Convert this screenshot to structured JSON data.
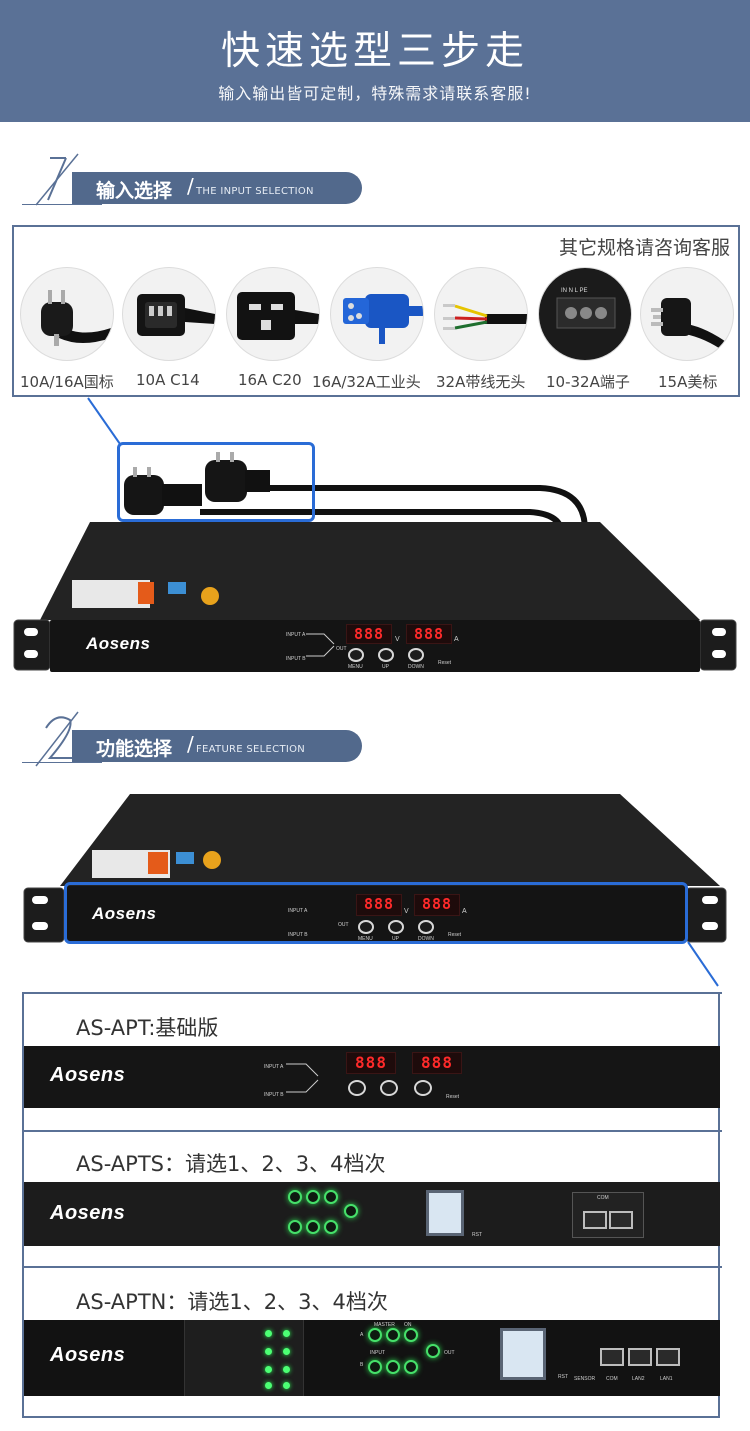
{
  "header": {
    "title": "快速选型三步走",
    "subtitle": "输入输出皆可定制，特殊需求请联系客服!"
  },
  "step1": {
    "number": "1",
    "label": "输入选择",
    "sep": "/",
    "sub": "THE INPUT SELECTION"
  },
  "step2": {
    "number": "2",
    "label": "功能选择",
    "sep": "/",
    "sub": "FEATURE SELECTION"
  },
  "input_box": {
    "note": "其它规格请咨询客服",
    "plugs": [
      {
        "label": "10A/16A国标",
        "icon": "cn-plug-icon"
      },
      {
        "label": "10A C14",
        "icon": "c14-plug-icon"
      },
      {
        "label": "16A C20",
        "icon": "c20-plug-icon"
      },
      {
        "label": "16A/32A工业头",
        "icon": "industrial-plug-icon"
      },
      {
        "label": "32A带线无头",
        "icon": "bare-wire-icon"
      },
      {
        "label": "10-32A端子",
        "icon": "terminal-block-icon"
      },
      {
        "label": "15A美标",
        "icon": "us-plug-icon"
      }
    ]
  },
  "device": {
    "brand": "Aosens",
    "led_left": "888",
    "led_right": "888",
    "unit_left": "V",
    "unit_right": "A",
    "input_a": "INPUT A",
    "input_b": "INPUT B",
    "out": "OUT",
    "btn_menu": "MENU",
    "btn_up": "UP",
    "btn_down": "DOWN",
    "reset": "Reset"
  },
  "models": [
    {
      "title": "AS-APT:基础版"
    },
    {
      "title": "AS-APTS：请选1、2、3、4档次",
      "com": "COM",
      "rst": "RST"
    },
    {
      "title": "AS-APTN：请选1、2、3、4档次",
      "sensor": "SENSOR",
      "com": "COM",
      "lan2": "LAN2",
      "lan1": "LAN1",
      "rst": "RST",
      "master": "MASTER",
      "on": "ON",
      "a": "A",
      "b": "B",
      "input": "INPUT",
      "out": "OUT"
    }
  ],
  "colors": {
    "brand_blue": "#5a7196",
    "highlight": "#2a6cd6",
    "led_red": "#ff2a2a",
    "led_green": "#46e06a"
  }
}
